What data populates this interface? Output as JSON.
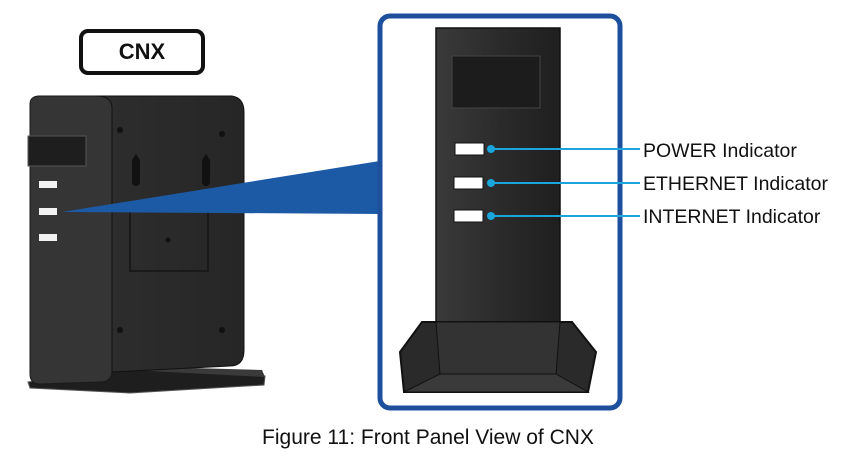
{
  "device_label": "CNX",
  "indicators": [
    {
      "name": "power",
      "label": "POWER Indicator"
    },
    {
      "name": "ethernet",
      "label": "ETHERNET Indicator"
    },
    {
      "name": "internet",
      "label": "INTERNET Indicator"
    }
  ],
  "caption": "Figure 11: Front Panel View of CNX",
  "colors": {
    "frame_border": "#1d4f9c",
    "zoom_beam": "#1d5aa6",
    "callout_line": "#1aa6dd",
    "device_body": "#2a2a2a"
  }
}
